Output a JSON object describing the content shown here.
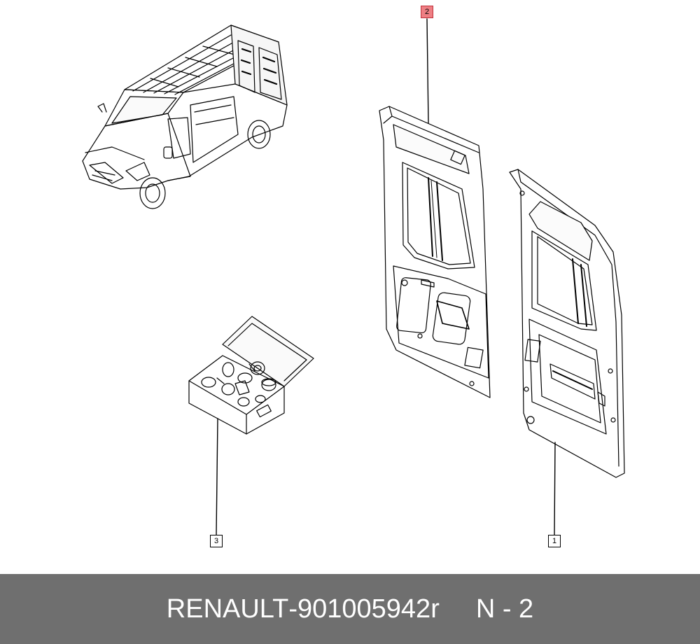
{
  "callouts": [
    {
      "id": "1",
      "label": "1",
      "part": "rear-door-right",
      "highlighted": false
    },
    {
      "id": "2",
      "label": "2",
      "part": "rear-door-left",
      "highlighted": true
    },
    {
      "id": "3",
      "label": "3",
      "part": "fitting-kit-box",
      "highlighted": false
    }
  ],
  "footer": {
    "brand": "RENAULT",
    "dash": "-",
    "part_number": "901005942r",
    "position": "N - 2"
  },
  "colors": {
    "line": "#000000",
    "highlight": "#ee7f84",
    "footer_bg": "#6f6f6f",
    "footer_text": "#ffffff"
  }
}
